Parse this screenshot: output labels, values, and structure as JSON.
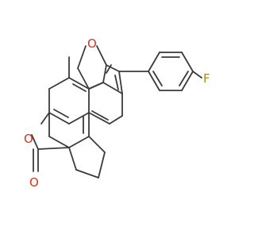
{
  "molecule": {
    "atom_labels": {
      "ring_oxygen": "O",
      "furan_oxygen": "O",
      "carbonyl_oxygen": "O",
      "fluorine": "F",
      "methyl": "methyl"
    },
    "colors": {
      "bond": "#3a3a3a",
      "oxygen": "#e0301e",
      "fluorine": "#b8860b",
      "background": "#ffffff"
    }
  }
}
